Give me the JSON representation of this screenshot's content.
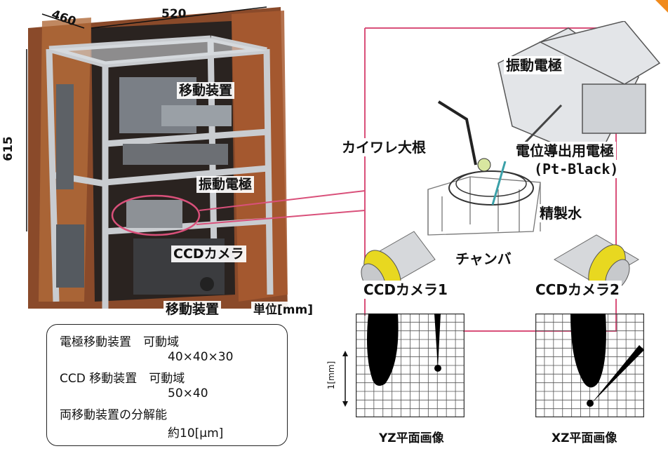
{
  "photo": {
    "dim_width": "460",
    "dim_depth": "520",
    "dim_height": "615",
    "label_moving_device_top": "移動装置",
    "label_vibrating_electrode": "振動電極",
    "label_ccd_camera": "CCDカメラ",
    "label_moving_device_bottom": "移動装置",
    "unit_label": "単位[mm]"
  },
  "spec": {
    "electrode_device": "電極移動装置　可動域",
    "electrode_range": "40×40×30",
    "ccd_device": "CCD 移動装置　可動域",
    "ccd_range": "50×40",
    "resolution_title": "両移動装置の分解能",
    "resolution_value": "約10[μm]"
  },
  "diagram": {
    "vibrating_electrode": "振動電極",
    "radish": "カイワレ大根",
    "potential_electrode_line1": "電位導出用電極",
    "potential_electrode_line2": "(Pt-Black)",
    "purified_water": "精製水",
    "chamber": "チャンバ",
    "ccd_camera_1": "CCDカメラ1",
    "ccd_camera_2": "CCDカメラ2",
    "scale_label": "1[mm]",
    "yz_caption": "YZ平面画像",
    "xz_caption": "XZ平面画像"
  },
  "colors": {
    "accent_orange": "#f08a1c",
    "connector_pink": "#d9507a",
    "camera_yellow": "#e8d820"
  }
}
